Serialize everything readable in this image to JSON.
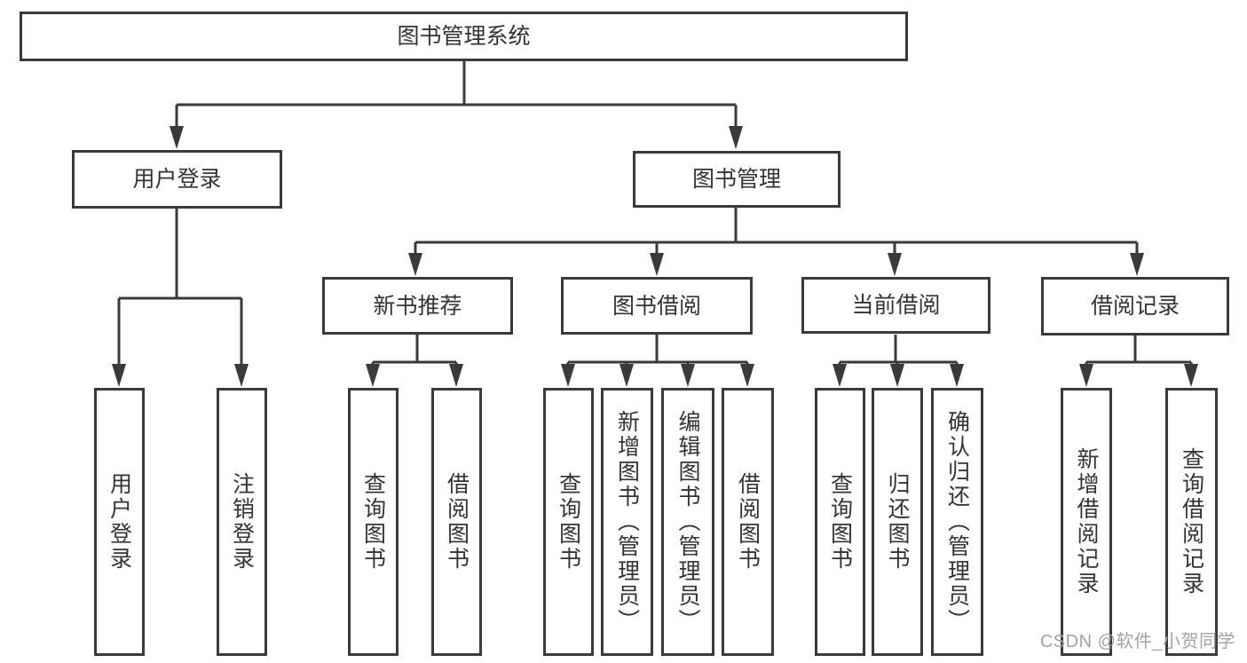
{
  "diagram_title": "图书管理系统",
  "watermark": "CSDN @软件_小贺同学",
  "colors": {
    "line": "#3a3a3a",
    "border": "#3a3a3a",
    "text": "#333333",
    "watermark": "#a3a3a3",
    "background": "#ffffff"
  },
  "nodes": {
    "root": {
      "label": "图书管理系统"
    },
    "user_login": {
      "label": "用户登录"
    },
    "book_mgmt": {
      "label": "图书管理"
    },
    "new_book_rec": {
      "label": "新书推荐"
    },
    "book_borrow": {
      "label": "图书借阅"
    },
    "current_borrow": {
      "label": "当前借阅"
    },
    "borrow_record": {
      "label": "借阅记录"
    },
    "leaf_user_login": {
      "label": "用户登录"
    },
    "leaf_logout": {
      "label": "注销登录"
    },
    "leaf_query_book_rec": {
      "label": "查询图书"
    },
    "leaf_borrow_book_rec": {
      "label": "借阅图书"
    },
    "leaf_query_book_borrow": {
      "label": "查询图书"
    },
    "leaf_add_book": {
      "label": "新增图书（管理员）"
    },
    "leaf_edit_book": {
      "label": "编辑图书（管理员）"
    },
    "leaf_borrow_book_borrow": {
      "label": "借阅图书"
    },
    "leaf_query_book_current": {
      "label": "查询图书"
    },
    "leaf_return_book": {
      "label": "归还图书"
    },
    "leaf_confirm_return": {
      "label": "确认归还（管理员）"
    },
    "leaf_add_record": {
      "label": "新增借阅记录"
    },
    "leaf_query_record": {
      "label": "查询借阅记录"
    }
  },
  "structure": {
    "root": "图书管理系统",
    "children": [
      {
        "label": "用户登录",
        "children": [
          "用户登录",
          "注销登录"
        ]
      },
      {
        "label": "图书管理",
        "children": [
          {
            "label": "新书推荐",
            "children": [
              "查询图书",
              "借阅图书"
            ]
          },
          {
            "label": "图书借阅",
            "children": [
              "查询图书",
              "新增图书（管理员）",
              "编辑图书（管理员）",
              "借阅图书"
            ]
          },
          {
            "label": "当前借阅",
            "children": [
              "查询图书",
              "归还图书",
              "确认归还（管理员）"
            ]
          },
          {
            "label": "借阅记录",
            "children": [
              "新增借阅记录",
              "查询借阅记录"
            ]
          }
        ]
      }
    ]
  }
}
